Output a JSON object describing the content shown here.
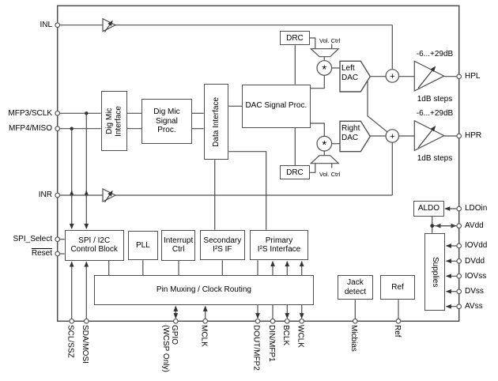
{
  "diagram": {
    "title": "Audio DAC functional block diagram",
    "blocks": {
      "dig_mic_interface": "Dig Mic\nInterface",
      "dig_mic_signal_proc": "Dig Mic\nSignal\nProc.",
      "data_interface": "Data Interface",
      "dac_signal_proc": "DAC Signal Proc.",
      "drc": "DRC",
      "left_dac": "Left\nDAC",
      "right_dac": "Right\nDAC",
      "spi_i2c_control": "SPI / I2C\nControl Block",
      "pll": "PLL",
      "interrupt_ctrl": "Interrupt\nCtrl",
      "secondary_i2s": "Secondary\nI²S IF",
      "primary_i2s": "Primary\nI²S Interface",
      "pin_muxing": "Pin Muxing / Clock Routing",
      "jack_detect": "Jack\ndetect",
      "ref": "Ref",
      "aldo": "ALDO",
      "supplies": "Supplies"
    },
    "annotations": {
      "vol_ctrl": "Vol. Ctrl",
      "gain_range": "-6...+29dB",
      "gain_steps": "1dB steps",
      "multiply_symbol": "*",
      "plus_symbol": "+"
    },
    "pins": {
      "left": [
        "INL",
        "MFP3/SCLK",
        "MFP4/MISO",
        "INR",
        "SPI_Select",
        "Reset"
      ],
      "right": [
        "HPL",
        "HPR",
        "LDOin",
        "AVdd",
        "IOVdd",
        "DVdd",
        "IOVss",
        "DVss",
        "AVss"
      ],
      "bottom": [
        "SCL/SSZ",
        "SDA/MOSI",
        "GPIO\n(WCSP Only)",
        "MCLK",
        "DOUT/MFP2",
        "DIN/MFP1",
        "BCLK",
        "WCLK",
        "Micbias",
        "Ref"
      ]
    },
    "colors": {
      "line": "#4f4f4f",
      "arrow": "#333333",
      "text": "#000000",
      "background": "#ffffff"
    }
  }
}
